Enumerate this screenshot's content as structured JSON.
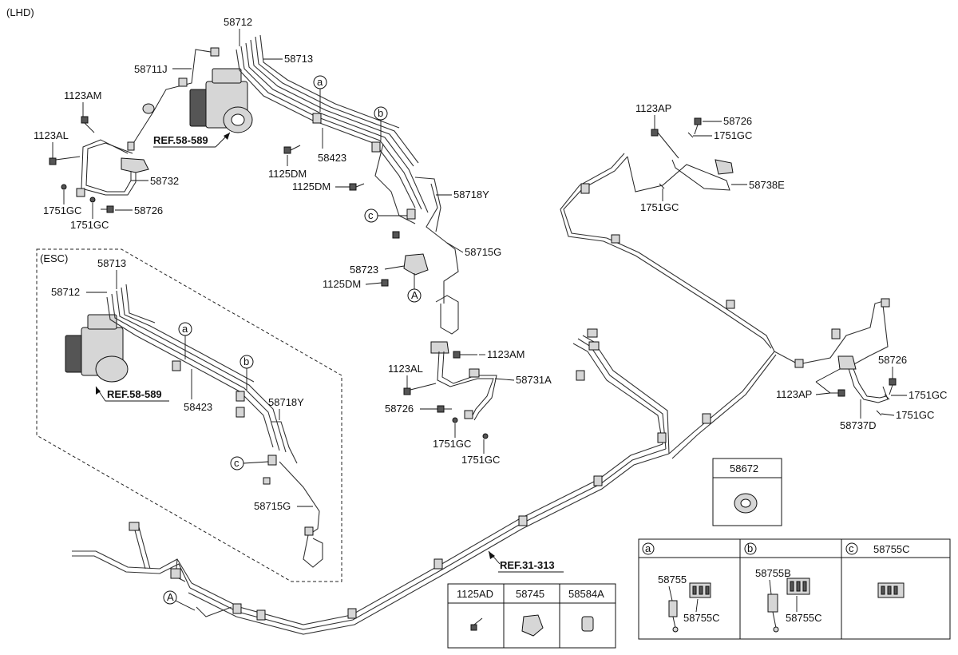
{
  "header": {
    "variant": "(LHD)",
    "esc_variant": "(ESC)"
  },
  "callouts": {
    "a": "a",
    "b": "b",
    "c": "c",
    "A": "A"
  },
  "refs": {
    "hecu_main": "REF.58-589",
    "hecu_esc": "REF.58-589",
    "body": "REF.31-313"
  },
  "labels": {
    "p58712": "58712",
    "p58713": "58713",
    "p58711J": "58711J",
    "p1123AM_top": "1123AM",
    "p1123AL_top": "1123AL",
    "p58732": "58732",
    "p1751GC_l1": "1751GC",
    "p58726_l": "58726",
    "p1751GC_l2": "1751GC",
    "p58423": "58423",
    "p1125DM_1": "1125DM",
    "p1125DM_2": "1125DM",
    "p58718Y": "58718Y",
    "p58715G": "58715G",
    "p58723": "58723",
    "p1125DM_3": "1125DM",
    "p1123AM_mid": "1123AM",
    "p1123AL_mid": "1123AL",
    "p58731A": "58731A",
    "p58726_mid": "58726",
    "p1751GC_m1": "1751GC",
    "p1751GC_m2": "1751GC",
    "p1123AP_top": "1123AP",
    "p58726_tr": "58726",
    "p1751GC_tr1": "1751GC",
    "p58738E": "58738E",
    "p1751GC_tr2": "1751GC",
    "p58726_r": "58726",
    "p1123AP_r": "1123AP",
    "p1751GC_r1": "1751GC",
    "p1751GC_r2": "1751GC",
    "p58737D": "58737D",
    "esc_58713": "58713",
    "esc_58712": "58712",
    "esc_58423": "58423",
    "esc_58718Y": "58718Y",
    "esc_58715G": "58715G"
  },
  "tables": {
    "single": {
      "header": "58672"
    },
    "fasteners": {
      "headers": [
        "1125AD",
        "58745",
        "58584A"
      ]
    },
    "clips": {
      "headers": [
        {
          "circle": "a",
          "text": ""
        },
        {
          "circle": "b",
          "text": ""
        },
        {
          "circle": "c",
          "text": "58755C"
        }
      ],
      "a_labels": [
        "58755",
        "58755C"
      ],
      "b_labels": [
        "58755B",
        "58755C"
      ]
    }
  }
}
